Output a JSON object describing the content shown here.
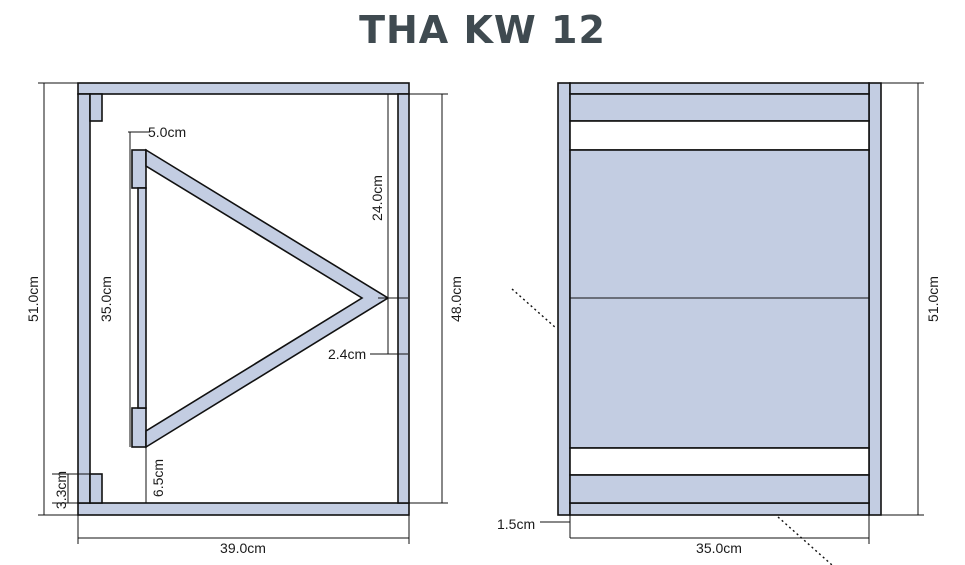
{
  "title": "THA KW 12",
  "side_view": {
    "height_label": "51.0cm",
    "inner_height_label": "48.0cm",
    "horn_height_label": "35.0cm",
    "horn_half_label": "24.0cm",
    "gap_label": "5.0cm",
    "tip_label": "2.4cm",
    "foot_label": "3.3cm",
    "offset_label": "6.5cm",
    "width_label": "39.0cm"
  },
  "front_view": {
    "height_label": "51.0cm",
    "width_label": "35.0cm",
    "panel_label": "1.5cm"
  },
  "colors": {
    "panel_fill": "#c3cde2",
    "title": "#3f4a50"
  }
}
